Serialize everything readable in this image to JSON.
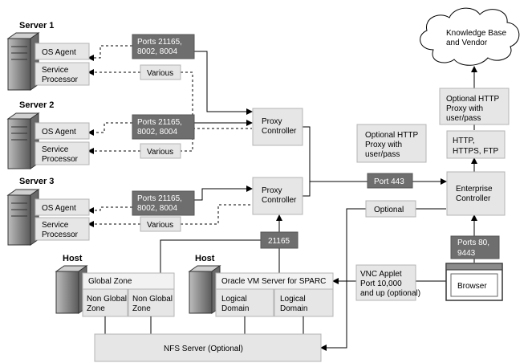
{
  "cloud": {
    "line1": "Knowledge Base",
    "line2": "and Vendor"
  },
  "servers": [
    {
      "title": "Server 1",
      "os_agent": "OS Agent",
      "sp_line1": "Service",
      "sp_line2": "Processor",
      "ports_line1": "Ports 21165,",
      "ports_line2": "8002, 8004",
      "various": "Various"
    },
    {
      "title": "Server 2",
      "os_agent": "OS Agent",
      "sp_line1": "Service",
      "sp_line2": "Processor",
      "ports_line1": "Ports 21165,",
      "ports_line2": "8002, 8004",
      "various": "Various"
    },
    {
      "title": "Server 3",
      "os_agent": "OS Agent",
      "sp_line1": "Service",
      "sp_line2": "Processor",
      "ports_line1": "Ports 21165,",
      "ports_line2": "8002, 8004",
      "various": "Various"
    }
  ],
  "proxy_controllers": [
    {
      "line1": "Proxy",
      "line2": "Controller"
    },
    {
      "line1": "Proxy",
      "line2": "Controller"
    }
  ],
  "optional_proxy_top": {
    "line1": "Optional HTTP",
    "line2": "Proxy with",
    "line3": "user/pass"
  },
  "optional_proxy_mid": {
    "line1": "Optional HTTP",
    "line2": "Proxy with",
    "line3": "user/pass"
  },
  "protocols": {
    "line1": "HTTP,",
    "line2": "HTTPS, FTP"
  },
  "enterprise_controller": {
    "line1": "Enterprise",
    "line2": "Controller"
  },
  "port_443": "Port 443",
  "optional_label": "Optional",
  "port_21165": "21165",
  "ports_browser": {
    "line1": "Ports 80,",
    "line2": "9443"
  },
  "browser": "Browser",
  "vnc": {
    "line1": "VNC Applet",
    "line2": "Port 10,000",
    "line3": "and up (optional)"
  },
  "host1": {
    "title": "Host",
    "global_zone": "Global Zone",
    "ngz1_line1": "Non Global",
    "ngz1_line2": "Zone",
    "ngz2_line1": "Non Global",
    "ngz2_line2": "Zone"
  },
  "host2": {
    "title": "Host",
    "ovm": "Oracle VM Server for SPARC",
    "ld1_line1": "Logical",
    "ld1_line2": "Domain",
    "ld2_line1": "Logical",
    "ld2_line2": "Domain"
  },
  "nfs": "NFS Server (Optional)"
}
